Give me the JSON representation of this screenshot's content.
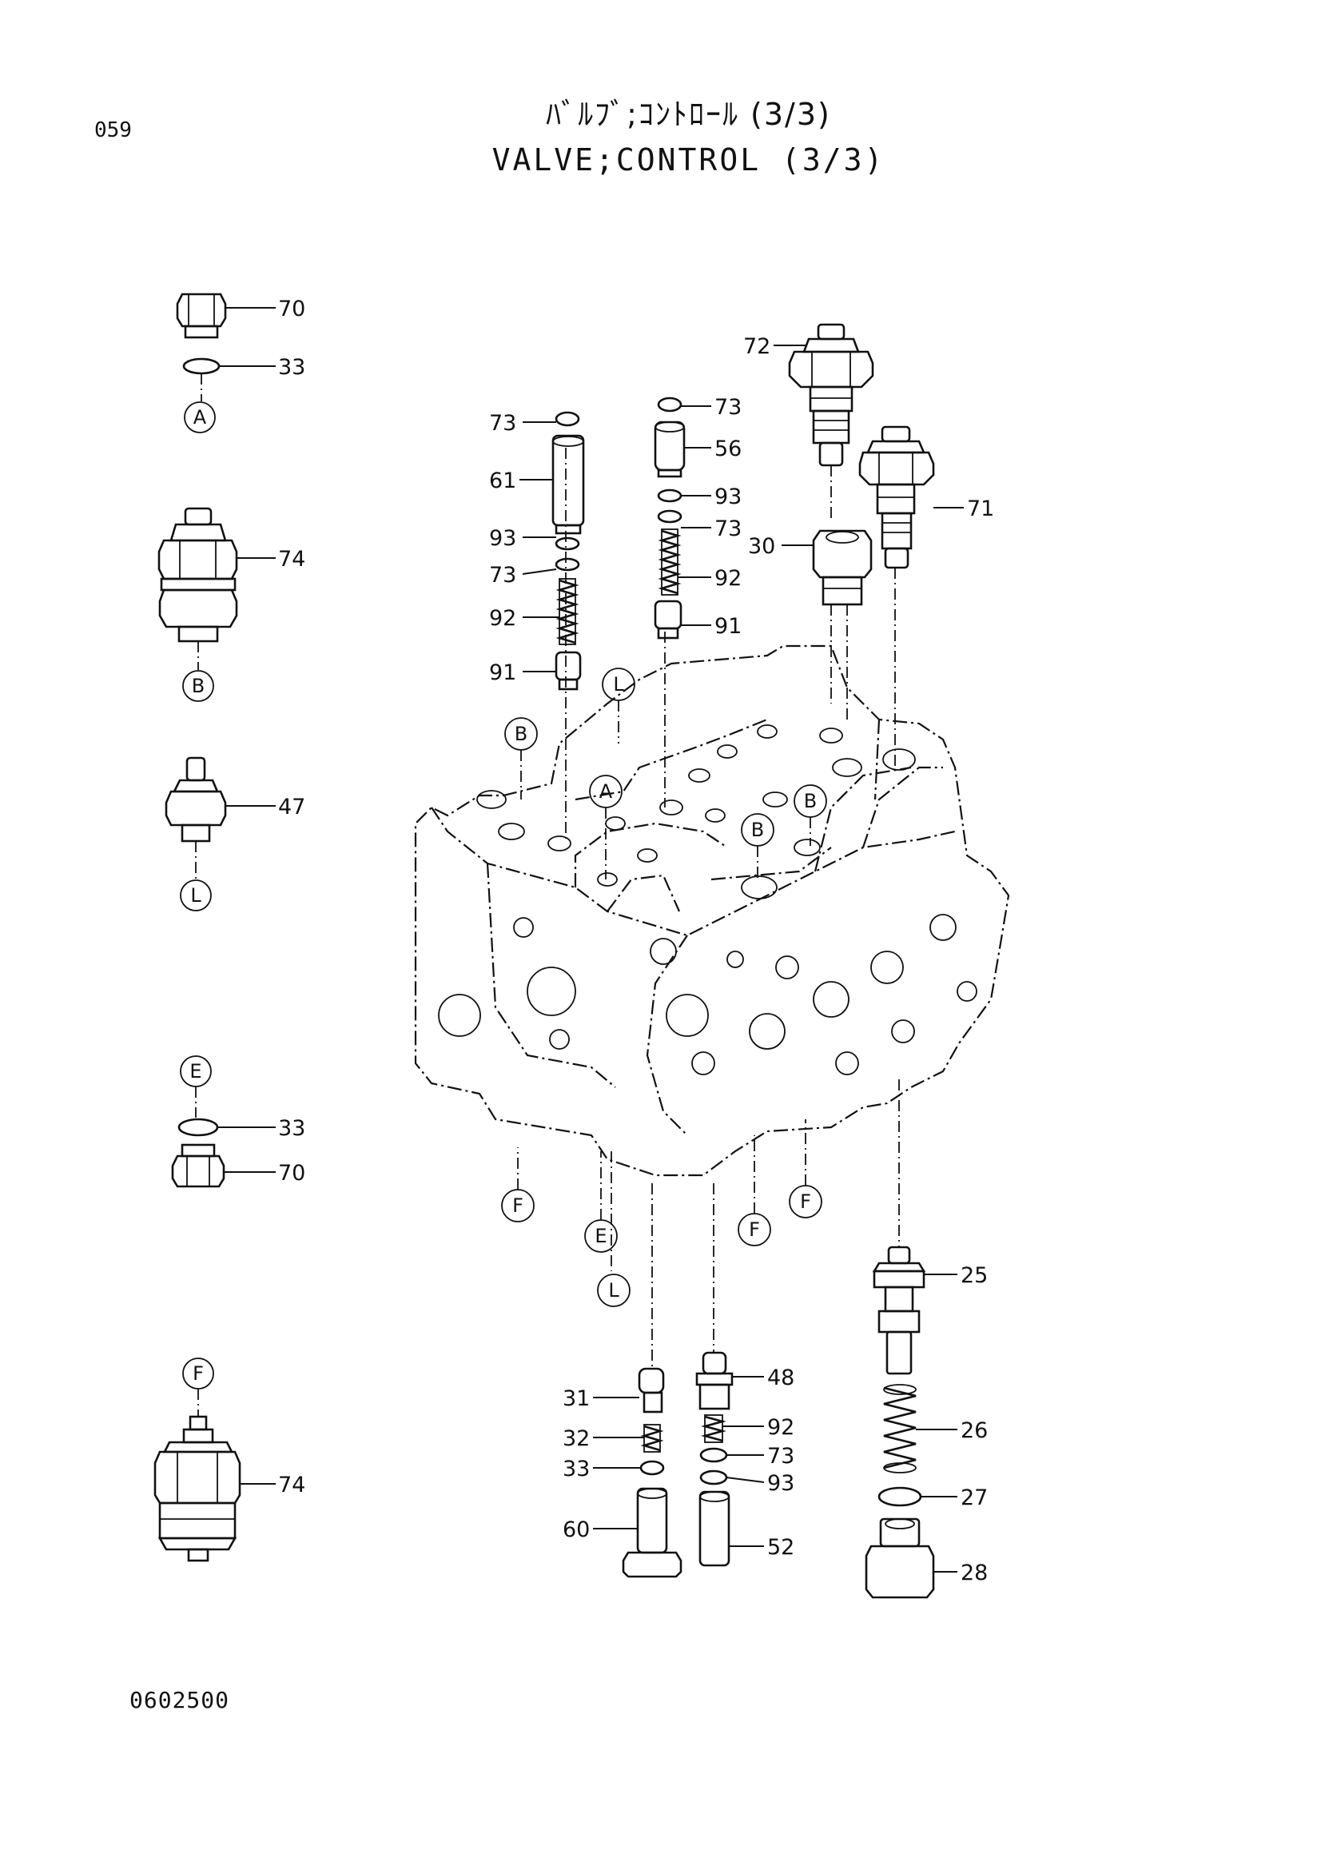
{
  "header": {
    "page_number": "059",
    "title_jp": "ﾊﾞﾙﾌﾞ;ｺﾝﾄﾛｰﾙ (3/3)",
    "title_en": "VALVE;CONTROL (3/3)"
  },
  "footer": {
    "drawing_code": "0602500"
  },
  "part_labels": {
    "p70a": "70",
    "p33a": "33",
    "p74a": "74",
    "p47": "47",
    "p33b": "33",
    "p70b": "70",
    "p74b": "74",
    "p73a": "73",
    "p61": "61",
    "p93a": "93",
    "p73b": "73",
    "p92a": "92",
    "p91a": "91",
    "p73c": "73",
    "p56": "56",
    "p93b": "93",
    "p73d": "73",
    "p92b": "92",
    "p91b": "91",
    "p72": "72",
    "p30": "30",
    "p71": "71",
    "p25": "25",
    "p26": "26",
    "p27": "27",
    "p28": "28",
    "p31": "31",
    "p32": "32",
    "p33c": "33",
    "p60": "60",
    "p48": "48",
    "p92c": "92",
    "p73e": "73",
    "p93c": "93",
    "p52": "52"
  },
  "ref_markers": {
    "rA1": "A",
    "rB1": "B",
    "rL1": "L",
    "rE1": "E",
    "rF1": "F",
    "rL2": "L",
    "rB2": "B",
    "rA2": "A",
    "rB3": "B",
    "rB4": "B",
    "rF2": "F",
    "rE2": "E",
    "rL3": "L",
    "rF3": "F",
    "rF4": "F"
  }
}
